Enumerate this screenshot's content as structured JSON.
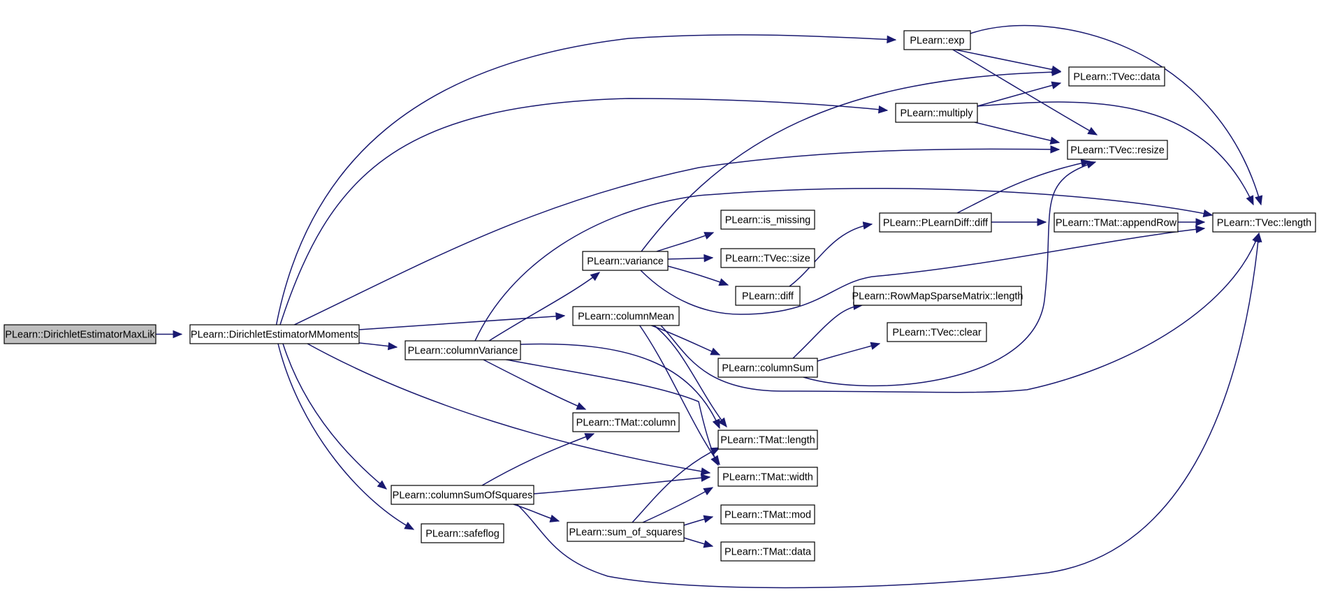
{
  "graph": {
    "edge_color": "#191970",
    "root_fill": "#bfbfbf",
    "nodes": [
      {
        "id": "root",
        "label": "PLearn::DirichletEstimatorMaxLik",
        "root": true
      },
      {
        "id": "mmoments",
        "label": "PLearn::DirichletEstimatorMMoments"
      },
      {
        "id": "exp",
        "label": "PLearn::exp"
      },
      {
        "id": "multiply",
        "label": "PLearn::multiply"
      },
      {
        "id": "tvecdata",
        "label": "PLearn::TVec::data"
      },
      {
        "id": "tvecresize",
        "label": "PLearn::TVec::resize"
      },
      {
        "id": "tveclength",
        "label": "PLearn::TVec::length"
      },
      {
        "id": "ismissing",
        "label": "PLearn::is_missing"
      },
      {
        "id": "pldiff",
        "label": "PLearn::PLearnDiff::diff"
      },
      {
        "id": "appendrow",
        "label": "PLearn::TMat::appendRow"
      },
      {
        "id": "variance",
        "label": "PLearn::variance"
      },
      {
        "id": "tvecsize",
        "label": "PLearn::TVec::size"
      },
      {
        "id": "diff",
        "label": "PLearn::diff"
      },
      {
        "id": "rowmap",
        "label": "PLearn::RowMapSparseMatrix::length"
      },
      {
        "id": "columnmean",
        "label": "PLearn::columnMean"
      },
      {
        "id": "columnvariance",
        "label": "PLearn::columnVariance"
      },
      {
        "id": "tvecclear",
        "label": "PLearn::TVec::clear"
      },
      {
        "id": "columnsum",
        "label": "PLearn::columnSum"
      },
      {
        "id": "tmatcolumn",
        "label": "PLearn::TMat::column"
      },
      {
        "id": "tmatlength",
        "label": "PLearn::TMat::length"
      },
      {
        "id": "tmatwidth",
        "label": "PLearn::TMat::width"
      },
      {
        "id": "colsumsq",
        "label": "PLearn::columnSumOfSquares"
      },
      {
        "id": "tmatmod",
        "label": "PLearn::TMat::mod"
      },
      {
        "id": "sumofsquares",
        "label": "PLearn::sum_of_squares"
      },
      {
        "id": "safeflog",
        "label": "PLearn::safeflog"
      },
      {
        "id": "tmatdata",
        "label": "PLearn::TMat::data"
      }
    ],
    "edges": [
      [
        "root",
        "mmoments"
      ],
      [
        "mmoments",
        "exp"
      ],
      [
        "mmoments",
        "multiply"
      ],
      [
        "mmoments",
        "tvecresize"
      ],
      [
        "mmoments",
        "columnmean"
      ],
      [
        "mmoments",
        "columnvariance"
      ],
      [
        "mmoments",
        "tmatwidth"
      ],
      [
        "mmoments",
        "colsumsq"
      ],
      [
        "mmoments",
        "safeflog"
      ],
      [
        "exp",
        "tvecdata"
      ],
      [
        "exp",
        "tvecresize"
      ],
      [
        "exp",
        "tveclength"
      ],
      [
        "multiply",
        "tvecdata"
      ],
      [
        "multiply",
        "tvecresize"
      ],
      [
        "multiply",
        "tveclength"
      ],
      [
        "variance",
        "tvecdata"
      ],
      [
        "variance",
        "ismissing"
      ],
      [
        "variance",
        "tvecsize"
      ],
      [
        "variance",
        "diff"
      ],
      [
        "variance",
        "tveclength"
      ],
      [
        "diff",
        "pldiff"
      ],
      [
        "pldiff",
        "tvecresize"
      ],
      [
        "pldiff",
        "appendrow"
      ],
      [
        "appendrow",
        "tveclength"
      ],
      [
        "columnvariance",
        "tveclength"
      ],
      [
        "columnvariance",
        "variance"
      ],
      [
        "columnvariance",
        "tmatcolumn"
      ],
      [
        "columnvariance",
        "tmatlength"
      ],
      [
        "columnvariance",
        "tmatwidth"
      ],
      [
        "columnmean",
        "columnsum"
      ],
      [
        "columnmean",
        "tmatlength"
      ],
      [
        "columnmean",
        "tmatwidth"
      ],
      [
        "columnmean",
        "tveclength"
      ],
      [
        "columnsum",
        "rowmap"
      ],
      [
        "columnsum",
        "tvecclear"
      ],
      [
        "columnsum",
        "tvecresize"
      ],
      [
        "colsumsq",
        "tmatcolumn"
      ],
      [
        "colsumsq",
        "tmatwidth"
      ],
      [
        "colsumsq",
        "sumofsquares"
      ],
      [
        "colsumsq",
        "tveclength"
      ],
      [
        "sumofsquares",
        "tmatlength"
      ],
      [
        "sumofsquares",
        "tmatwidth"
      ],
      [
        "sumofsquares",
        "tmatmod"
      ],
      [
        "sumofsquares",
        "tmatdata"
      ]
    ]
  }
}
